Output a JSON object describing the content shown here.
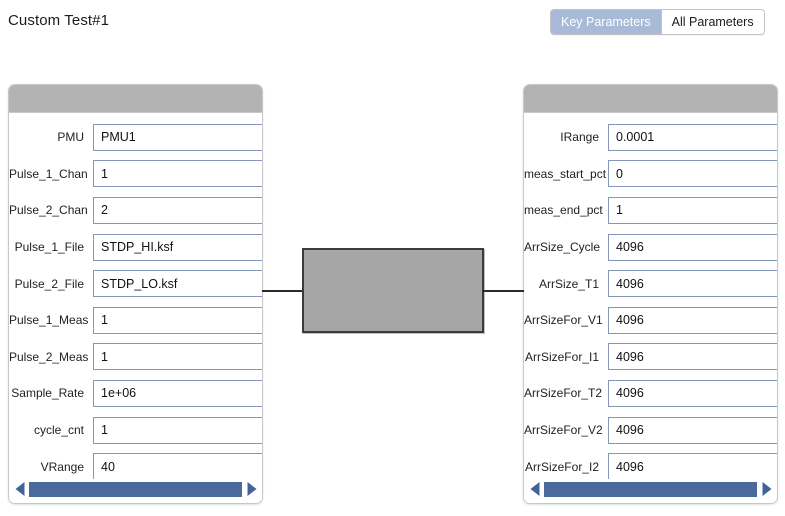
{
  "header": {
    "title": "Custom Test#1",
    "toggle": {
      "options": [
        {
          "label": "Key Parameters",
          "active": true
        },
        {
          "label": "All Parameters",
          "active": false
        }
      ],
      "active_color": "#a8bad7",
      "active_text_color": "#ffffff"
    }
  },
  "left_panel": {
    "fields": [
      {
        "label": "PMU",
        "value": "PMU1"
      },
      {
        "label": "Pulse_1_Chan",
        "value": "1"
      },
      {
        "label": "Pulse_2_Chan",
        "value": "2"
      },
      {
        "label": "Pulse_1_File",
        "value": "STDP_HI.ksf"
      },
      {
        "label": "Pulse_2_File",
        "value": "STDP_LO.ksf"
      },
      {
        "label": "Pulse_1_Meas",
        "value": "1"
      },
      {
        "label": "Pulse_2_Meas",
        "value": "1"
      },
      {
        "label": "Sample_Rate",
        "value": "1e+06"
      },
      {
        "label": "cycle_cnt",
        "value": "1"
      },
      {
        "label": "VRange",
        "value": "40"
      }
    ],
    "scrollbar": {
      "left_arrow": "scroll-left-arrow",
      "right_arrow": "scroll-right-arrow",
      "thumb_color": "#4a6a9d"
    }
  },
  "right_panel": {
    "fields": [
      {
        "label": "IRange",
        "value": "0.0001"
      },
      {
        "label": "meas_start_pct",
        "value": "0"
      },
      {
        "label": "meas_end_pct",
        "value": "1"
      },
      {
        "label": "ArrSize_Cycle",
        "value": "4096"
      },
      {
        "label": "ArrSize_T1",
        "value": "4096"
      },
      {
        "label": "ArrSizeFor_V1",
        "value": "4096"
      },
      {
        "label": "ArrSizeFor_I1",
        "value": "4096"
      },
      {
        "label": "ArrSizeFor_T2",
        "value": "4096"
      },
      {
        "label": "ArrSizeFor_V2",
        "value": "4096"
      },
      {
        "label": "ArrSizeFor_I2",
        "value": "4096"
      }
    ],
    "scrollbar": {
      "left_arrow": "scroll-left-arrow",
      "right_arrow": "scroll-right-arrow",
      "thumb_color": "#4a6a9d"
    }
  },
  "diagram": {
    "device_fill": "#a6a6a6",
    "device_border": "#3b3b3b",
    "lead_color": "#2b2b2b"
  },
  "colors": {
    "page_background": "#ffffff",
    "panel_header": "#b3b3b3",
    "panel_border": "#c8c8c8",
    "input_border": "#8497b8",
    "scrollbar_blue": "#4a6a9d",
    "arrow_blue": "#41639a"
  }
}
